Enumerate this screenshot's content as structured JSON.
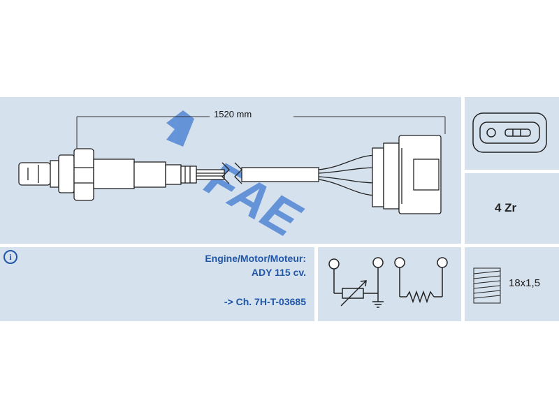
{
  "diagram": {
    "length_label": "1520 mm",
    "logo_text": "FAE",
    "colors": {
      "panel": "#d6e1ee",
      "accent": "#1f56a8",
      "watermark": "#3f7ad0"
    }
  },
  "connector": {
    "icon": "connector-plug-icon"
  },
  "sensor": {
    "wires_label": "4 Zr"
  },
  "info": {
    "icon": "info-icon",
    "engine_label": "Engine/Motor/Moteur:",
    "engine_value": "ADY 115 cv.",
    "chassis": "-> Ch. 7H-T-03685"
  },
  "schematic": {
    "icon": "wiring-schematic-icon"
  },
  "thread": {
    "icon": "thread-icon",
    "label": "18x1,5"
  }
}
